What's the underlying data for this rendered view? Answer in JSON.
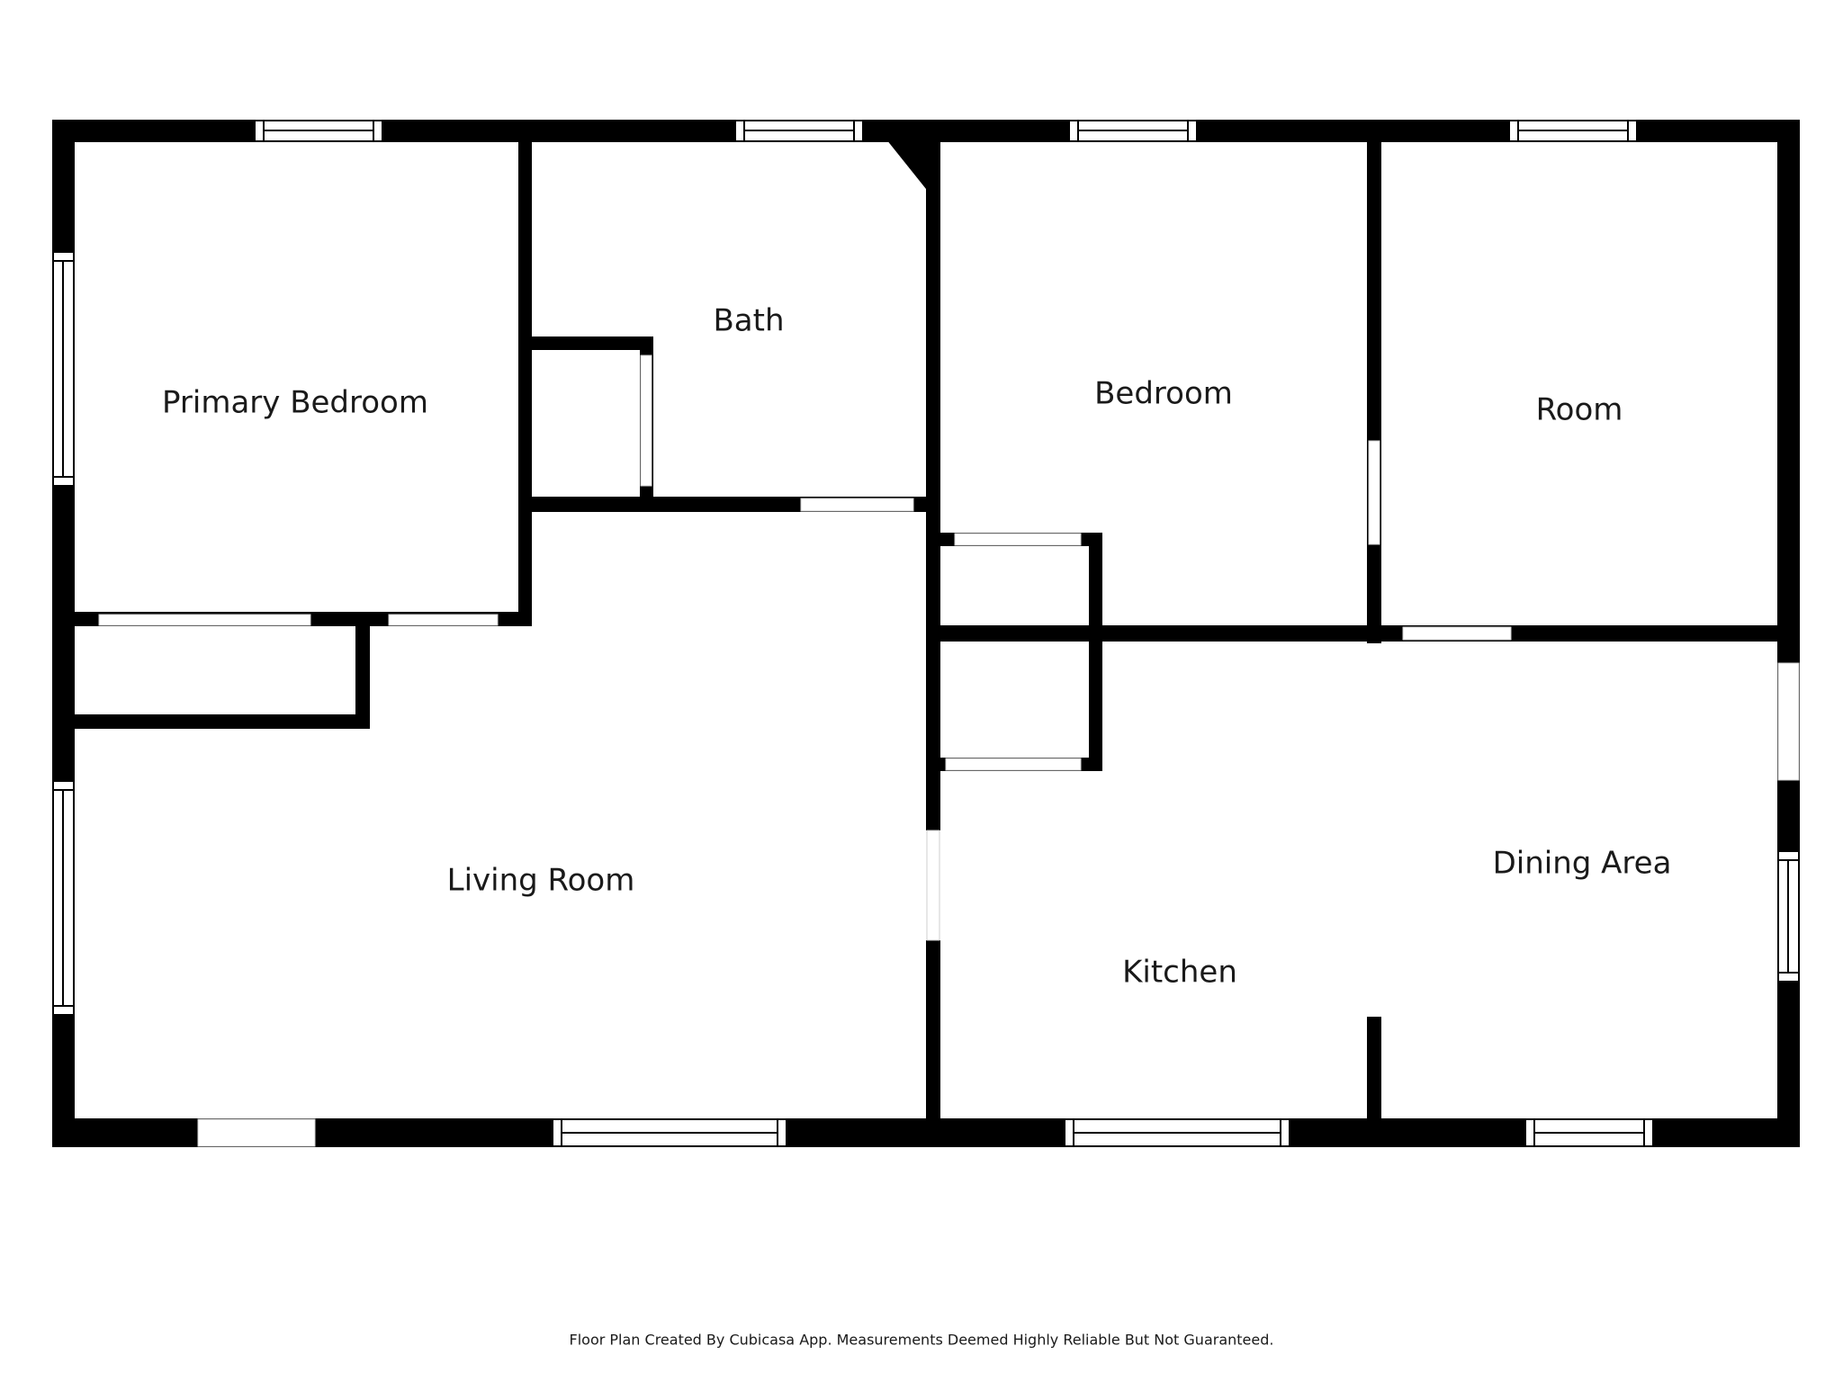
{
  "rooms": {
    "primary_bedroom": "Primary Bedroom",
    "bath": "Bath",
    "bedroom": "Bedroom",
    "room": "Room",
    "living_room": "Living Room",
    "kitchen": "Kitchen",
    "dining_area": "Dining Area"
  },
  "footer": {
    "note": "Floor Plan Created By Cubicasa App. Measurements Deemed Highly Reliable But Not Guaranteed."
  },
  "colors": {
    "wall": "#000000",
    "background": "#ffffff"
  }
}
